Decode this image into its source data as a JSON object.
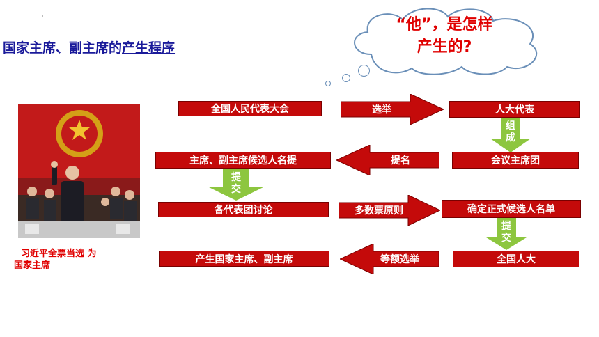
{
  "title": {
    "prefix": "国家主席、副主席的",
    "underlined": "产生程序"
  },
  "bubble": {
    "line1": "“他”，是怎样",
    "line2": "产生的?"
  },
  "caption": {
    "line1": "习近平全票当选 为",
    "line2": "国家主席"
  },
  "flow": {
    "row1": {
      "left": "全国人民代表大会",
      "arrow": "选举",
      "right": "人大代表"
    },
    "down1": "组成",
    "row2": {
      "left": "主席、副主席候选人名提",
      "arrow": "提名",
      "right": "会议主席团"
    },
    "down2": "提交",
    "row3": {
      "left": "各代表团讨论",
      "arrow": "多数票原则",
      "right": "确定正式候选人名单"
    },
    "down3": "提交",
    "row4": {
      "left": "产生国家主席、副主席",
      "arrow": "等额选举",
      "right": "全国人大"
    }
  },
  "colors": {
    "box": "#c40a0a",
    "arrow_green": "#8dc63f",
    "title": "#1a1a9a",
    "accent": "#e00000"
  }
}
